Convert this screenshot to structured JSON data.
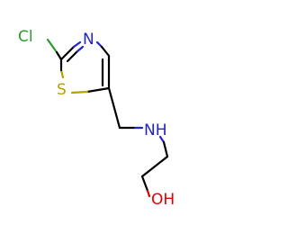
{
  "molecule": {
    "atoms": {
      "cl": "Cl",
      "n_ring": "N",
      "s_ring": "S",
      "nh": "NH",
      "oh": "OH"
    },
    "colors": {
      "chlorine": "#2a9d2a",
      "nitrogen": "#2323c8",
      "sulfur": "#b8a000",
      "oxygen": "#e00000",
      "bond": "#000000"
    }
  }
}
